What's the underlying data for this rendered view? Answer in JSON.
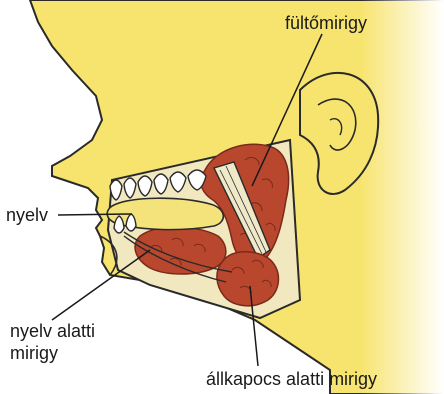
{
  "labels": {
    "parotid": "fültőmirigy",
    "tongue": "nyelv",
    "sublingual_line1": "nyelv alatti",
    "sublingual_line2": "mirigy",
    "submandibular": "állkapocs alatti mirigy"
  },
  "colors": {
    "skin": "#f7e46e",
    "outline": "#2a2a2a",
    "gland": "#b9472e",
    "gland_dark": "#7a2a1a",
    "cavity": "#f2e8c0",
    "tooth": "#ffffff",
    "tongue": "#f4e27a",
    "muscle": "#efe9c9"
  }
}
